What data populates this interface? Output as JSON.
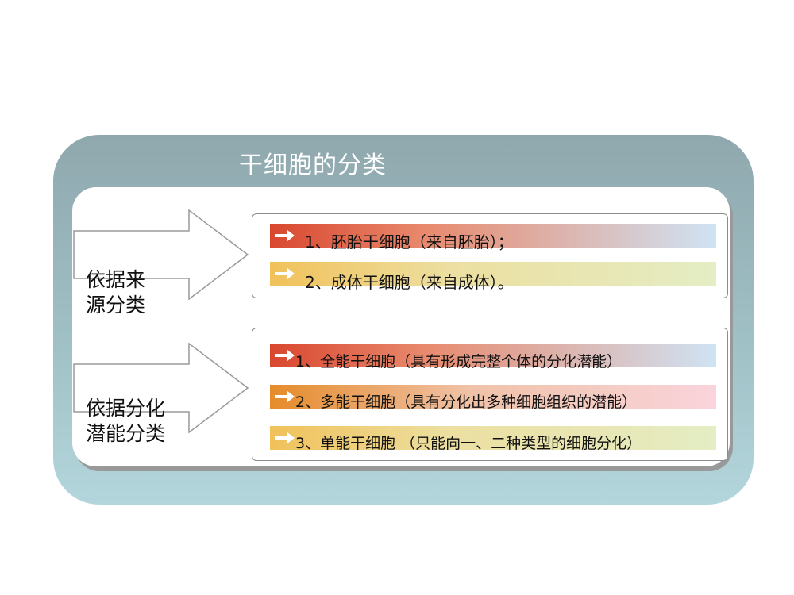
{
  "title": "干细胞的分类",
  "categories": [
    {
      "label": "依据来\n源分类",
      "items": [
        "1、胚胎干细胞（来自胚胎）；",
        "2、成体干细胞（来自成体）。"
      ]
    },
    {
      "label": "依据分化\n潜能分类",
      "items": [
        "1、全能干细胞（具有形成完整个体的分化潜能）",
        "2、多能干细胞（具有分化出多种细胞组织的潜能）",
        "3、单能干细胞 （只能向一、二种类型的细胞分化）"
      ]
    }
  ],
  "colors": {
    "panel": "#9fc0c5",
    "bar_red": "#d9472f",
    "bar_orange": "#e58b2a",
    "bar_yellow": "#f1c15a",
    "bar_blue_end": "#cfe3f4",
    "bar_green_end": "#e4edc4",
    "ghost_text": "#44618c"
  },
  "icons": [
    "block-arrow-icon",
    "small-arrow-icon"
  ]
}
